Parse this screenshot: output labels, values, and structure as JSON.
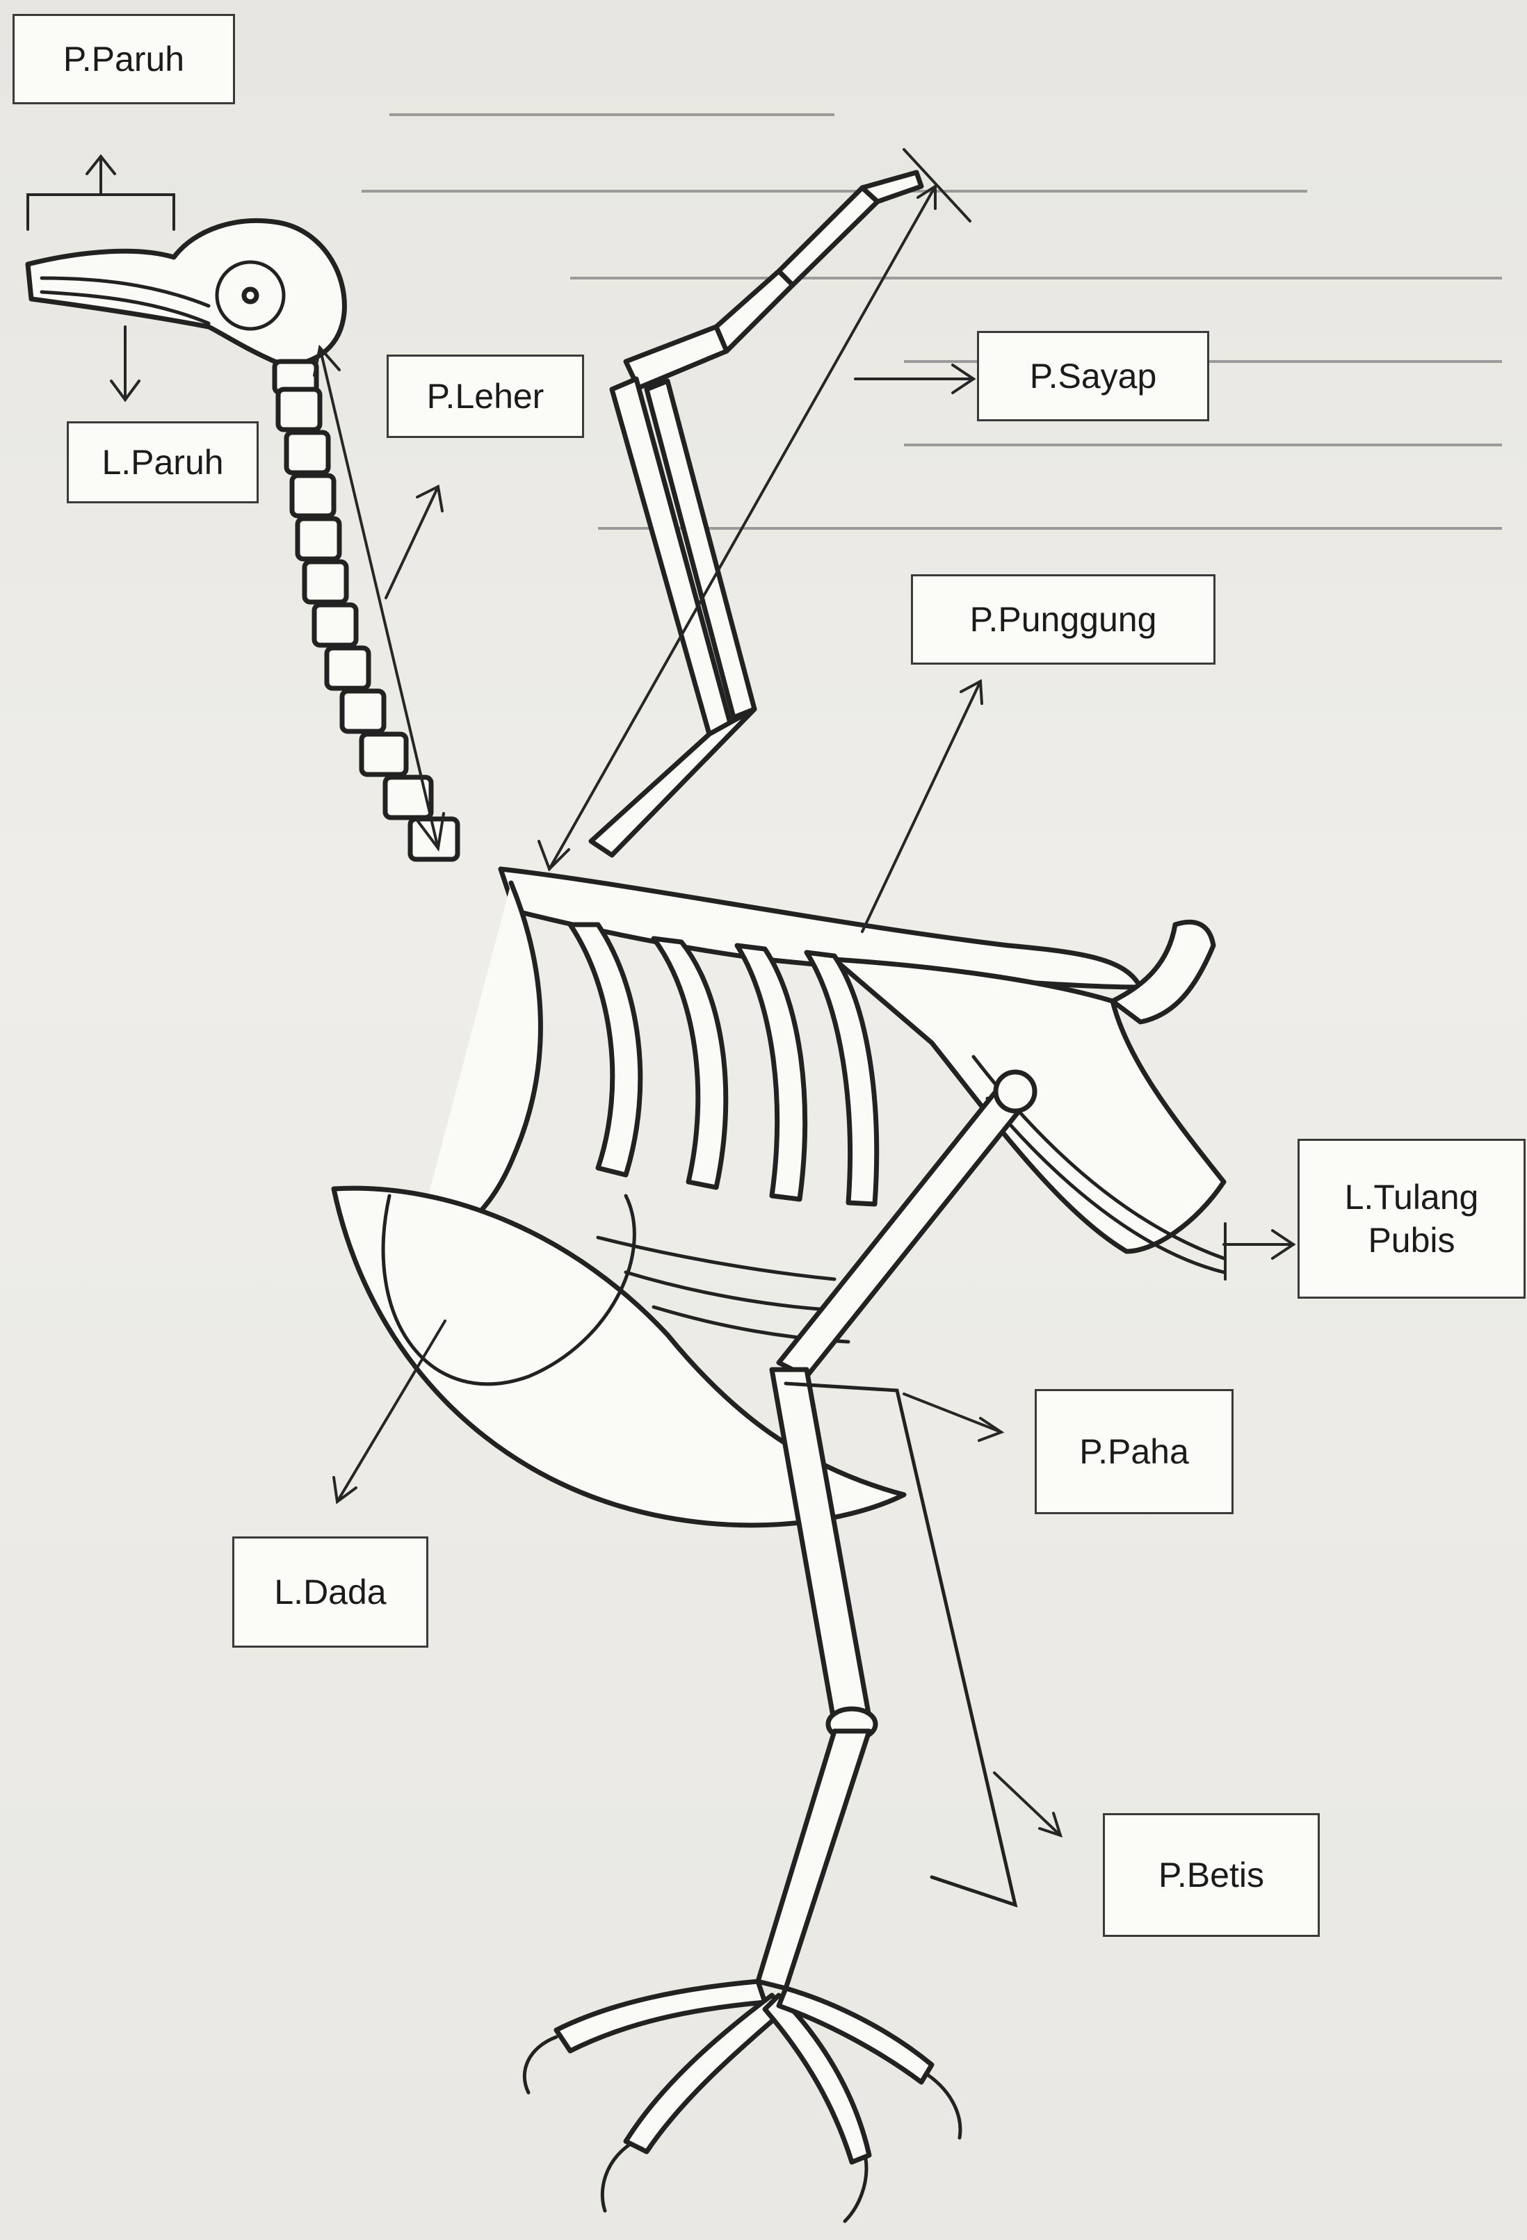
{
  "labels": {
    "p_paruh": "P.Paruh",
    "l_paruh": "L.Paruh",
    "p_leher": "P.Leher",
    "p_sayap": "P.Sayap",
    "p_punggung": "P.Punggung",
    "l_tulang_pubis": "L.Tulang\nPubis",
    "p_paha": "P.Paha",
    "l_dada": "L.Dada",
    "p_betis": "P.Betis"
  },
  "colors": {
    "paper": "#ecebe6",
    "ink": "#222222",
    "box_fill": "#fbfbf8"
  }
}
